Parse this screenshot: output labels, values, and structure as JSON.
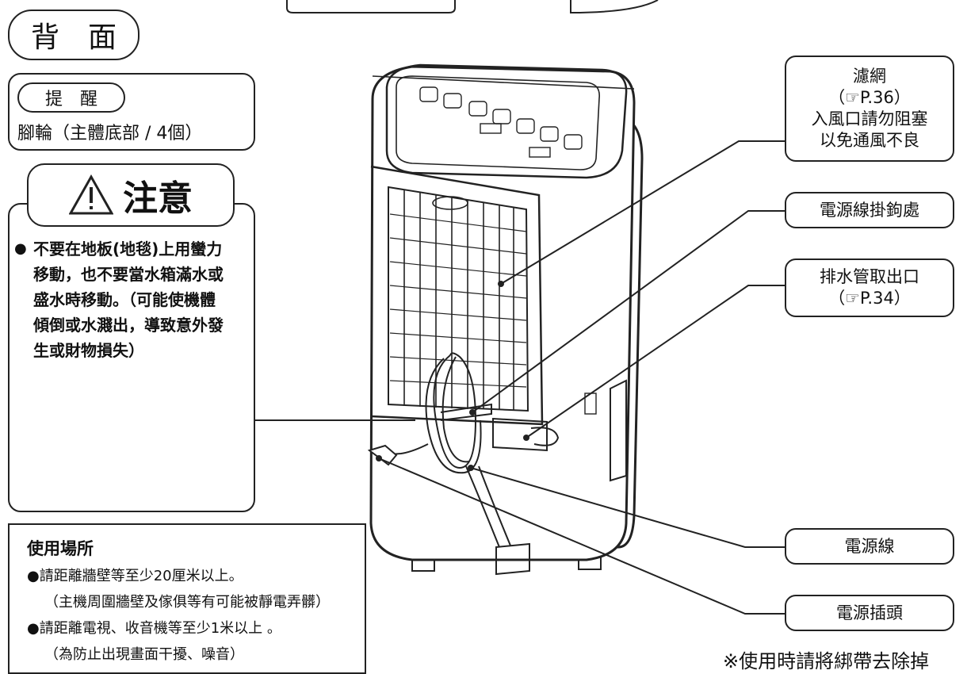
{
  "header": {
    "title": "背　面"
  },
  "reminder": {
    "tag": "提　醒",
    "text": "腳輪（主體底部 / 4個）"
  },
  "caution": {
    "title": "注意",
    "bullet": "●",
    "lines": [
      "不要在地板(地毯)上用蠻力",
      "移動，也不要當水箱滿水或",
      "盛水時移動。（可能使機體",
      "傾倒或水濺出，導致意外發",
      "生或財物損失）"
    ]
  },
  "location": {
    "title": "使用場所",
    "items": [
      {
        "bullet": "●",
        "text": "請距離牆壁等至少20厘米以上。",
        "note": "（主機周圍牆壁及傢俱等有可能被靜電弄髒）"
      },
      {
        "bullet": "●",
        "text": "請距離電視、收音機等至少1米以上 。",
        "note": "（為防止出現畫面干擾、噪音）"
      }
    ]
  },
  "callouts": {
    "filter": {
      "line1": "濾網",
      "line2": "（☞P.36）",
      "line3": "入風口請勿阻塞",
      "line4": "以免通風不良"
    },
    "hook": {
      "label": "電源線掛鉤處"
    },
    "drain": {
      "line1": "排水管取出口",
      "line2": "（☞P.34）"
    },
    "cord": {
      "label": "電源線"
    },
    "plug": {
      "label": "電源插頭"
    }
  },
  "footer_note": "※使用時請將綁帶去除掉"
}
